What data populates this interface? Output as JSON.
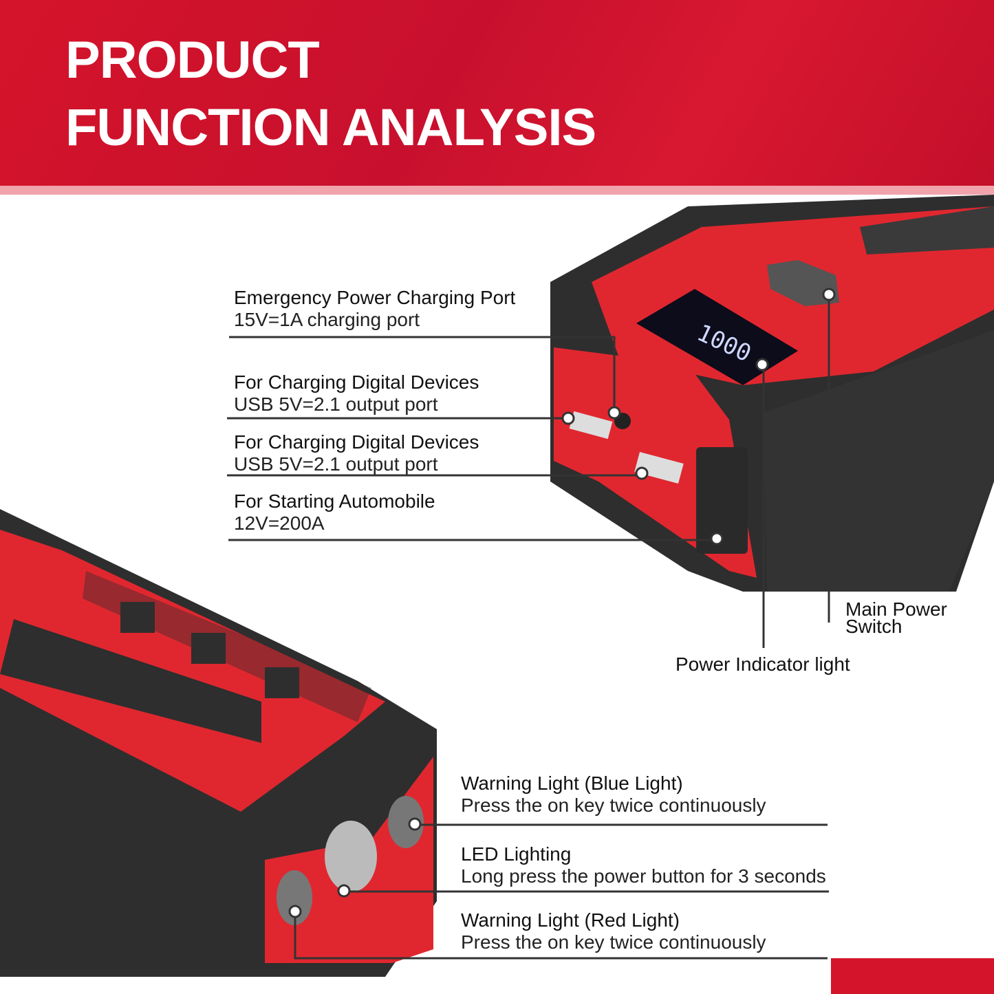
{
  "header": {
    "title_line1": "PRODUCT",
    "title_line2": "FUNCTION ANALYSIS"
  },
  "callouts": [
    {
      "title": "Emergency Power Charging Port",
      "detail": "15V=1A charging port"
    },
    {
      "title": "For Charging Digital Devices",
      "detail": "USB 5V=2.1 output port"
    },
    {
      "title": "For Charging Digital Devices",
      "detail": "USB 5V=2.1 output port"
    },
    {
      "title": "For Starting Automobile",
      "detail": "12V=200A"
    },
    {
      "title": "Main Power",
      "detail": "Switch"
    },
    {
      "title": "Power Indicator light"
    },
    {
      "title": "Warning Light (Blue Light)",
      "detail": "Press the on key twice continuously"
    },
    {
      "title": "LED Lighting",
      "detail": "Long press the power button for 3 seconds"
    },
    {
      "title": "Warning Light (Red Light)",
      "detail": "Press the on key twice continuously"
    }
  ],
  "colors": {
    "brand_red": "#d4142a",
    "device_red": "#e0272f",
    "device_black": "#2e2e2e"
  }
}
